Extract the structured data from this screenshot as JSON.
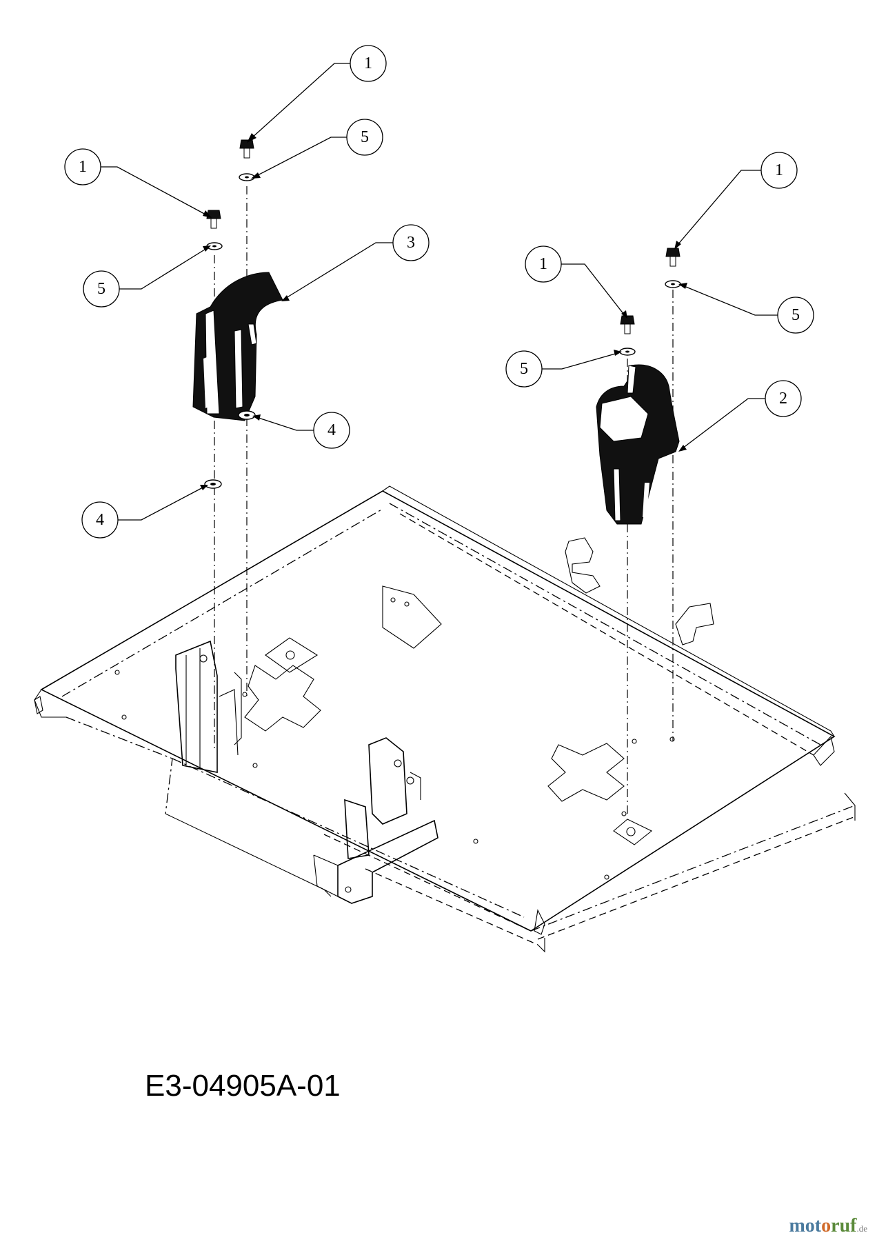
{
  "drawing_code": "E3-04905A-01",
  "watermark": {
    "brand_a": "mot",
    "brand_b": "o",
    "brand_c": "ruf",
    "tld": ".de"
  },
  "callouts": [
    {
      "id": "c1a",
      "label": "1"
    },
    {
      "id": "c5a",
      "label": "5"
    },
    {
      "id": "c1b",
      "label": "1"
    },
    {
      "id": "c3",
      "label": "3"
    },
    {
      "id": "c5b",
      "label": "5"
    },
    {
      "id": "c4a",
      "label": "4"
    },
    {
      "id": "c4b",
      "label": "4"
    },
    {
      "id": "c1c",
      "label": "1"
    },
    {
      "id": "c1d",
      "label": "1"
    },
    {
      "id": "c5c",
      "label": "5"
    },
    {
      "id": "c5d",
      "label": "5"
    },
    {
      "id": "c2",
      "label": "2"
    }
  ]
}
